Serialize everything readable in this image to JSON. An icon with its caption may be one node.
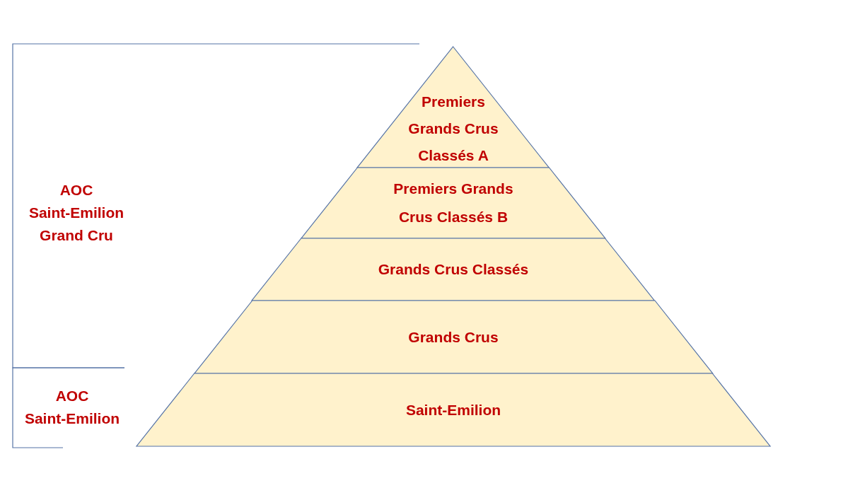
{
  "diagram": {
    "nodes": [
      {
        "text": [
          "Premiers Grands Crus Classés A"
        ]
      },
      {
        "text": [
          "Premiers Grands Crus Classés B"
        ]
      },
      {
        "text": [
          "Grands Crus Classés"
        ]
      },
      {
        "text": [
          "Grands Crus"
        ]
      },
      {
        "text": [
          "Saint-Emilion"
        ]
      }
    ],
    "labels": [
      "AOC Saint-Emilion Grand Cru",
      "AOC Saint-Emilion"
    ]
  }
}
